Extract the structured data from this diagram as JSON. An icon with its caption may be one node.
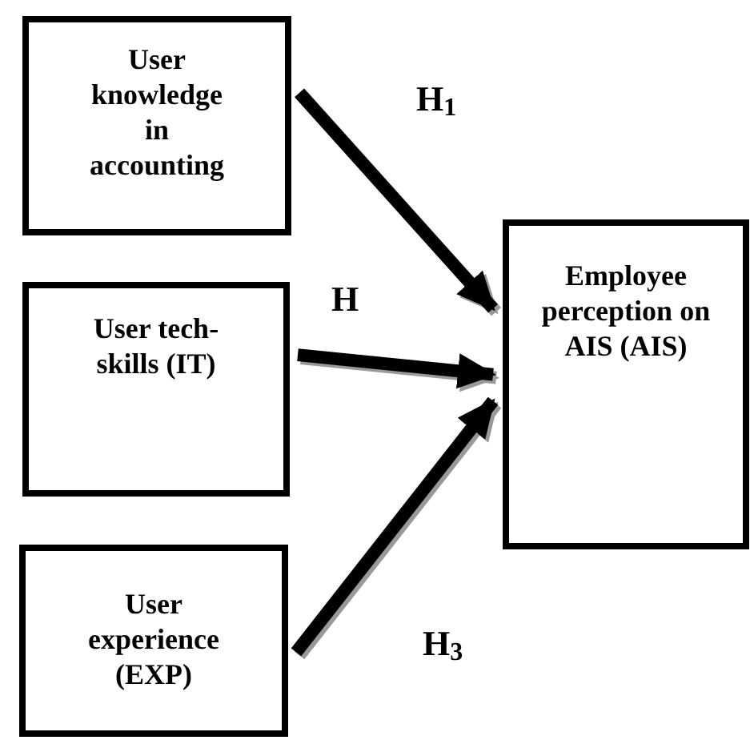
{
  "diagram": {
    "nodes": [
      {
        "text": [
          "User knowledge in accounting"
        ]
      },
      {
        "text": [
          "User tech-skills (IT)"
        ]
      },
      {
        "text": [
          "User experience (EXP)"
        ]
      },
      {
        "text": [
          "Employee perception on AIS (AIS)"
        ]
      }
    ],
    "edges": [
      {
        "from": 0,
        "to": 3,
        "arrow": "to",
        "label": "H$_{1}$"
      },
      {
        "from": 1,
        "to": 3,
        "arrow": "to",
        "label": "H"
      },
      {
        "from": 2,
        "to": 3,
        "arrow": "to",
        "label": "H$_{3}$"
      }
    ]
  }
}
